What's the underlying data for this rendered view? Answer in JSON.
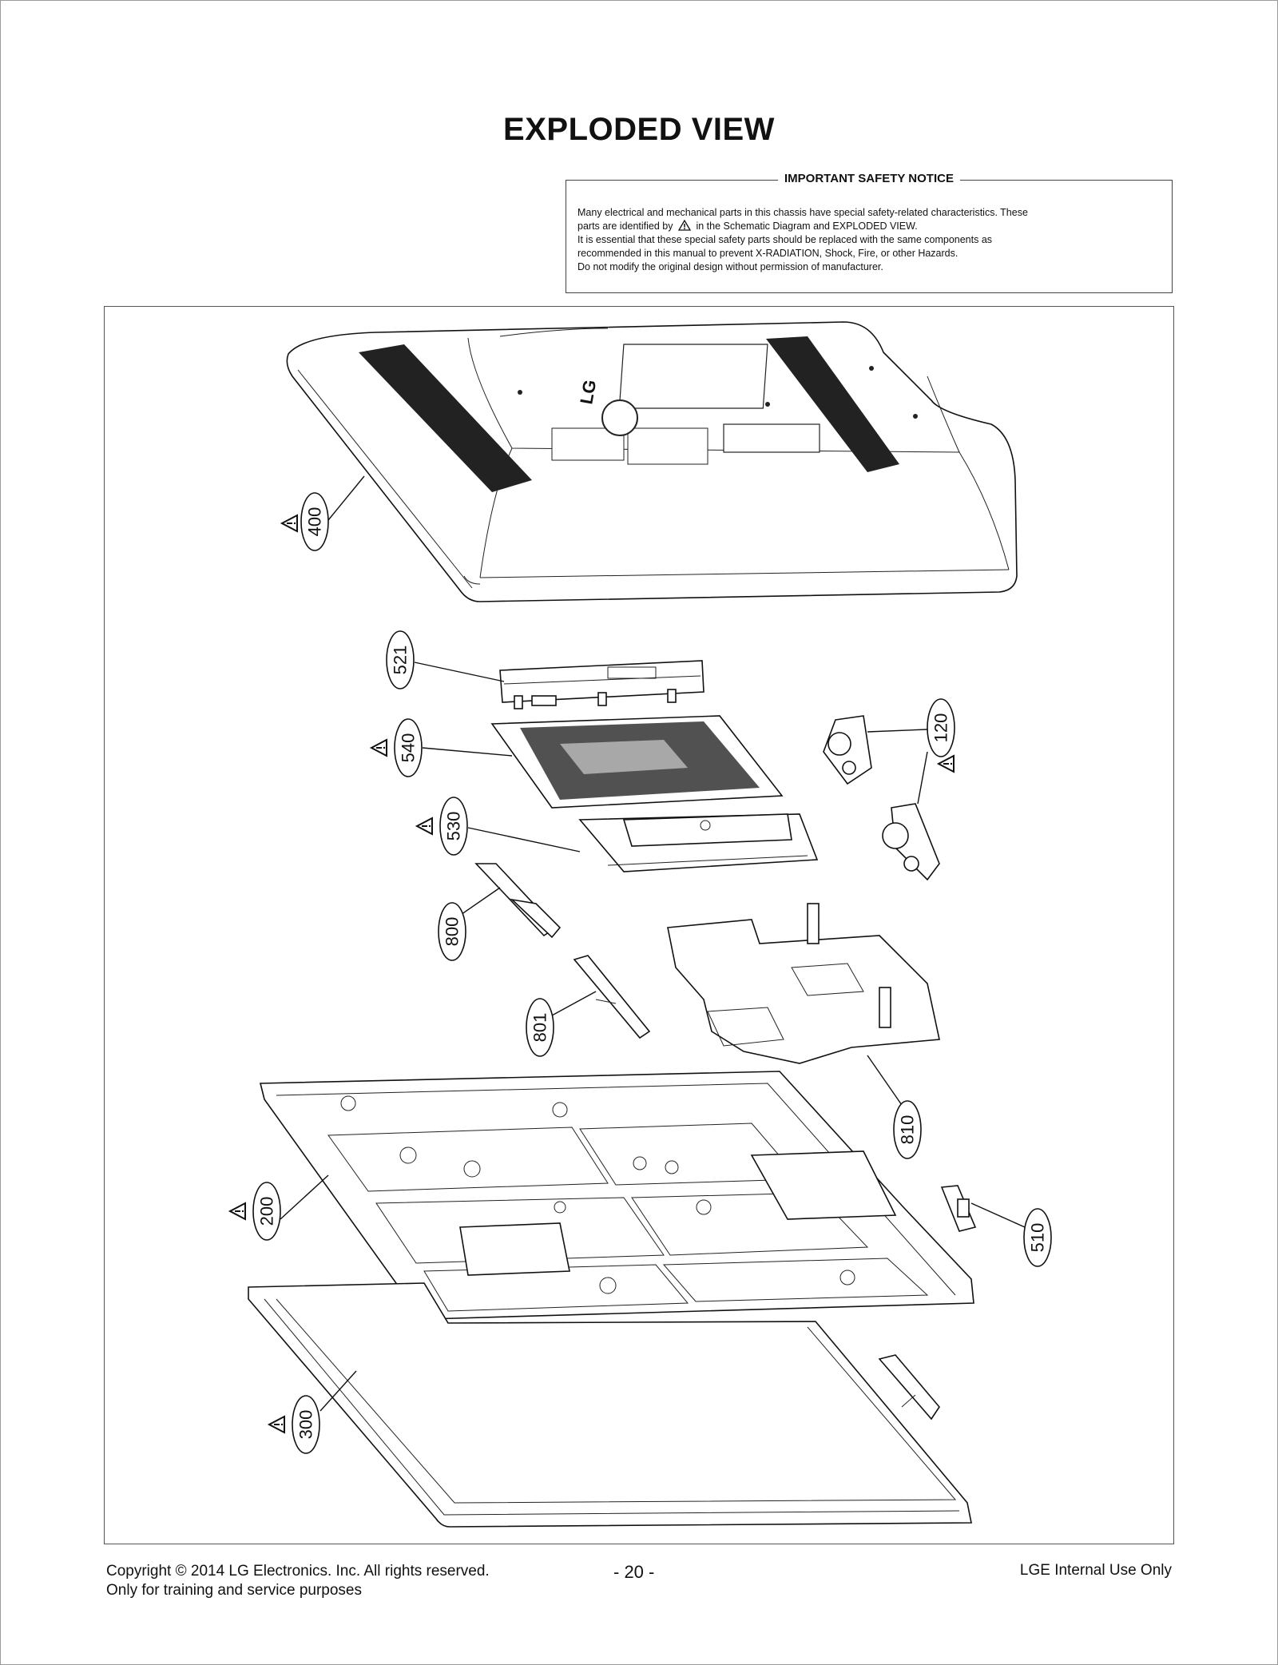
{
  "page": {
    "title": "EXPLODED VIEW"
  },
  "notice": {
    "title": "IMPORTANT SAFETY NOTICE",
    "line1": "Many electrical and mechanical parts in this chassis have special safety-related characteristics. These",
    "line2_before": "parts are identified by",
    "line2_after": "in the Schematic Diagram and EXPLODED VIEW.",
    "line3": "It is essential that these special safety parts should be replaced with the same components as",
    "line4": "recommended in this manual to prevent X-RADIATION, Shock, Fire, or other Hazards.",
    "line5": "Do not modify the original design without permission of manufacturer."
  },
  "diagram": {
    "logo_text": "LG",
    "callouts": [
      {
        "label": "400",
        "safety": true
      },
      {
        "label": "521",
        "safety": false
      },
      {
        "label": "540",
        "safety": true
      },
      {
        "label": "530",
        "safety": true
      },
      {
        "label": "800",
        "safety": false
      },
      {
        "label": "801",
        "safety": false
      },
      {
        "label": "810",
        "safety": false
      },
      {
        "label": "120",
        "safety": true
      },
      {
        "label": "200",
        "safety": true
      },
      {
        "label": "510",
        "safety": false
      },
      {
        "label": "300",
        "safety": true
      }
    ]
  },
  "footer": {
    "copyright": "Copyright © 2014 LG Electronics. Inc. All rights reserved.",
    "purpose": "Only for training and service purposes",
    "page_number": "- 20 -",
    "classification": "LGE Internal Use Only"
  }
}
